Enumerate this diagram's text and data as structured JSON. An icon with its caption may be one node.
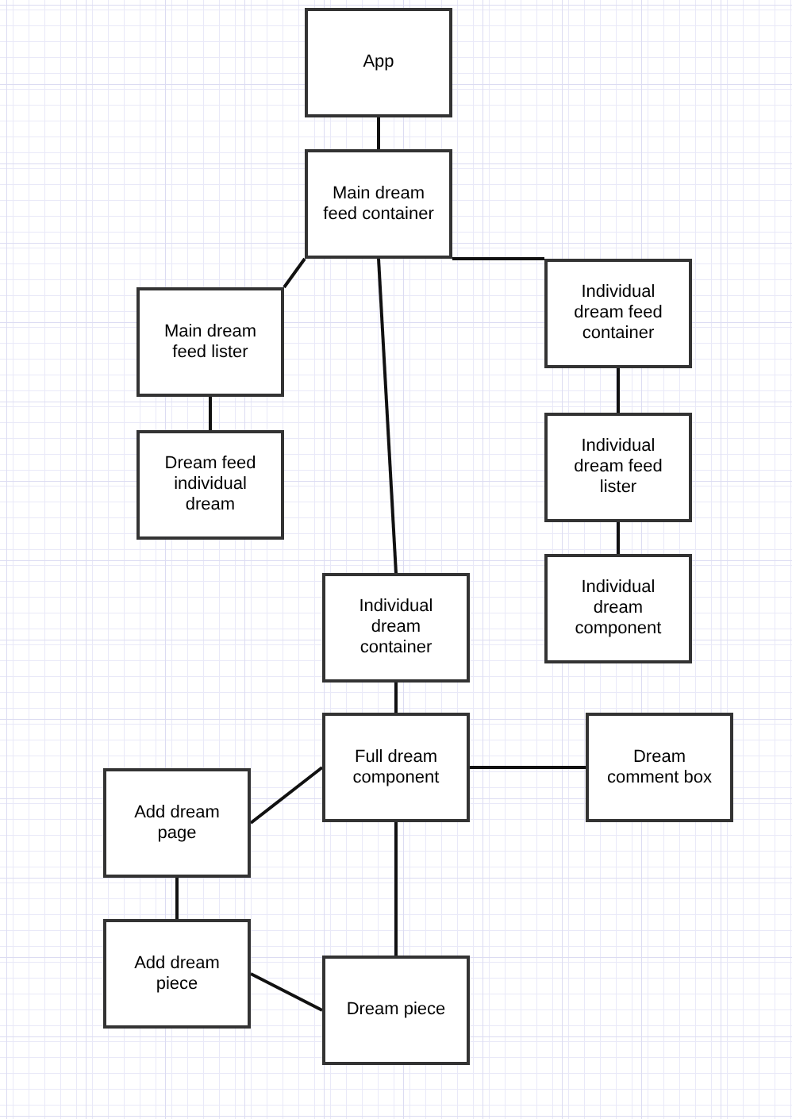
{
  "diagram": {
    "nodes": [
      {
        "text": [
          "App"
        ]
      },
      {
        "text": [
          "Main dream feed container"
        ]
      },
      {
        "text": [
          "Main dream feed lister"
        ]
      },
      {
        "text": [
          "Dream feed individual dream"
        ]
      },
      {
        "text": [
          "Individual dream feed container"
        ]
      },
      {
        "text": [
          "Individual dream feed lister"
        ]
      },
      {
        "text": [
          "Individual dream component"
        ]
      },
      {
        "text": [
          "Individual dream container"
        ]
      },
      {
        "text": [
          "Full dream component"
        ]
      },
      {
        "text": [
          "Dream comment box"
        ]
      },
      {
        "text": [
          "Add dream page"
        ]
      },
      {
        "text": [
          "Add dream piece"
        ]
      },
      {
        "text": [
          "Dream piece"
        ]
      }
    ],
    "edges": [
      {
        "from": 0,
        "to": 1,
        "arrow": "none"
      },
      {
        "from": 1,
        "to": 2,
        "arrow": "none"
      },
      {
        "from": 1,
        "to": 4,
        "arrow": "none"
      },
      {
        "from": 1,
        "to": 7,
        "arrow": "none"
      },
      {
        "from": 2,
        "to": 3,
        "arrow": "none"
      },
      {
        "from": 4,
        "to": 5,
        "arrow": "none"
      },
      {
        "from": 5,
        "to": 6,
        "arrow": "none"
      },
      {
        "from": 7,
        "to": 8,
        "arrow": "none"
      },
      {
        "from": 8,
        "to": 9,
        "arrow": "none"
      },
      {
        "from": 8,
        "to": 10,
        "arrow": "none"
      },
      {
        "from": 8,
        "to": 12,
        "arrow": "none"
      },
      {
        "from": 10,
        "to": 11,
        "arrow": "none"
      },
      {
        "from": 11,
        "to": 12,
        "arrow": "none"
      }
    ]
  }
}
